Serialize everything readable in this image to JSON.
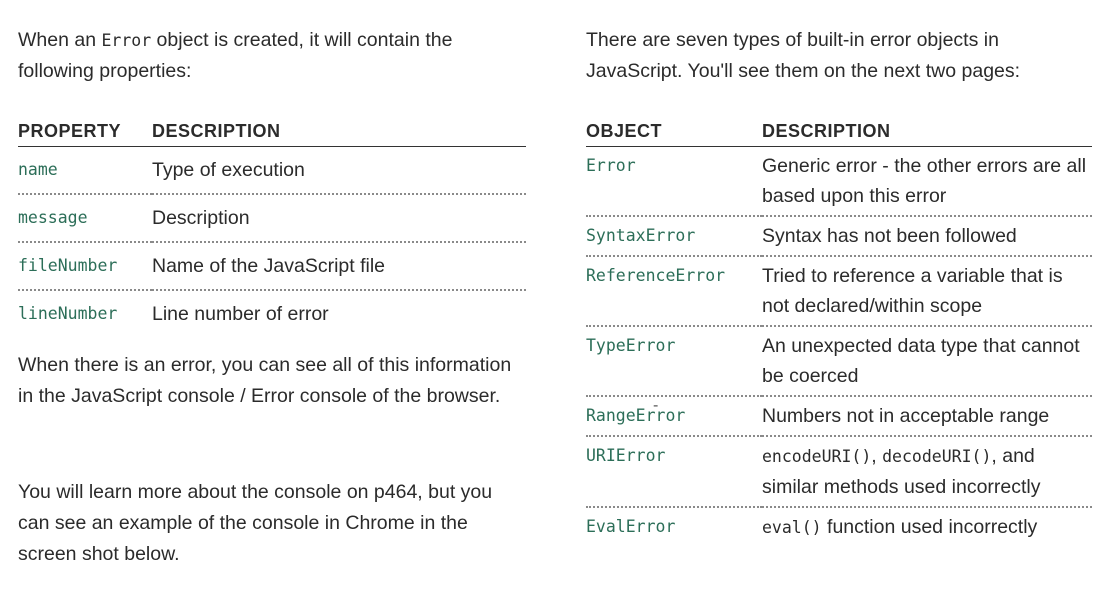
{
  "left": {
    "intro_before": "When an ",
    "intro_code": "Error",
    "intro_after": " object is created, it will contain the following properties:",
    "table": {
      "headers": [
        "PROPERTY",
        "DESCRIPTION"
      ],
      "rows": [
        {
          "prop": "name",
          "desc": "Type of execution"
        },
        {
          "prop": "message",
          "desc": "Description"
        },
        {
          "prop": "fileNumber",
          "desc": "Name of the JavaScript file"
        },
        {
          "prop": "lineNumber",
          "desc": "Line number of error"
        }
      ]
    },
    "para2": "When there is an error, you can see all of this information in the JavaScript console / Error console of the browser.",
    "para3": "You will learn more about the console on p464, but you can see an example of the console in Chrome in the screen shot below."
  },
  "right": {
    "intro": "There are seven types of built-in error objects in JavaScript. You'll see them on the next two pages:",
    "table": {
      "headers": [
        "OBJECT",
        "DESCRIPTION"
      ],
      "rows": [
        {
          "obj": "Error",
          "desc": "Generic error - the other errors are all based upon this error"
        },
        {
          "obj": "SyntaxError",
          "desc": "Syntax has not been followed"
        },
        {
          "obj": "ReferenceError",
          "desc": "Tried to reference a variable that is not declared/within scope"
        },
        {
          "obj": "TypeError",
          "desc": "An unexpected data type that cannot be coerced"
        },
        {
          "obj": "RangeError",
          "desc": "Numbers not in acceptable range"
        },
        {
          "obj": "URIError",
          "desc_code1": "encodeURI()",
          "desc_sep": ", ",
          "desc_code2": "decodeURI()",
          "desc_after": ", and similar methods used incorrectly"
        },
        {
          "obj": "EvalError",
          "desc_code1": "eval()",
          "desc_after": " function used incorrectly"
        }
      ]
    },
    "stray_mark": "-"
  }
}
